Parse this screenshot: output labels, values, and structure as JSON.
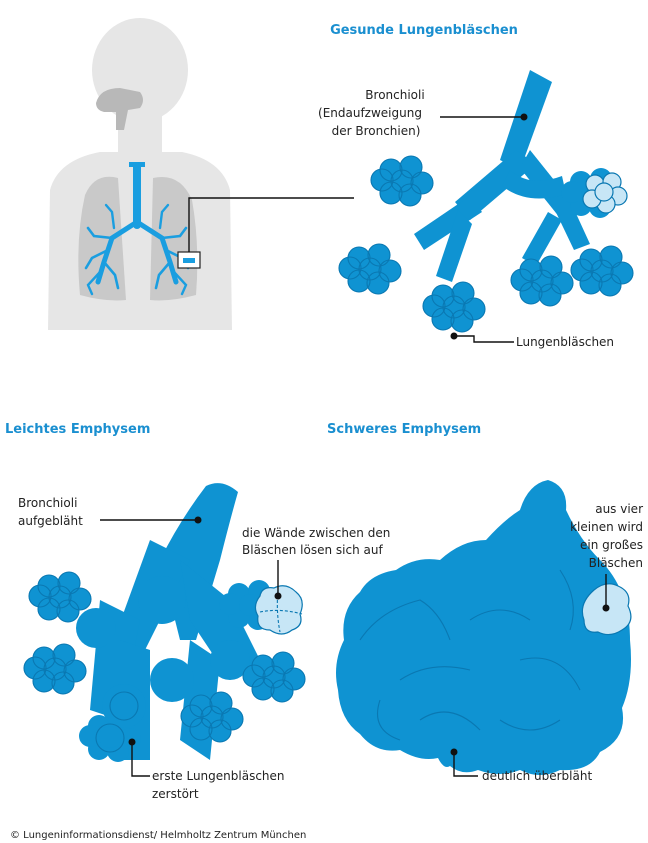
{
  "titles": {
    "healthy": "Gesunde Lungenbläschen",
    "mild": "Leichtes Emphysem",
    "severe": "Schweres Emphysem"
  },
  "labels": {
    "bronchioli_1": "Bronchioli",
    "bronchioli_2": "(Endaufzweigung",
    "bronchioli_3": "der Bronchien)",
    "alveoli": "Lungenbläschen",
    "bronchioli_inflated_1": "Bronchioli",
    "bronchioli_inflated_2": "aufgebläht",
    "walls_1": "die Wände zwischen den",
    "walls_2": "Bläschen lösen sich auf",
    "destroyed_1": "erste Lungenbläschen",
    "destroyed_2": "zerstört",
    "four_1": "aus vier",
    "four_2": "kleinen wird",
    "four_3": "ein großes",
    "four_4": "Bläschen",
    "overinflated": "deutlich überbläht"
  },
  "credit": "© Lungeninformationsdienst/ Helmholtz Zentrum München",
  "colors": {
    "tissue_blue": "#0f93d2",
    "tissue_pale": "#c7e6f6",
    "title_blue": "#1a8fd0",
    "body_grey": "#e6e6e6",
    "lung_grey": "#c9c9c9"
  }
}
